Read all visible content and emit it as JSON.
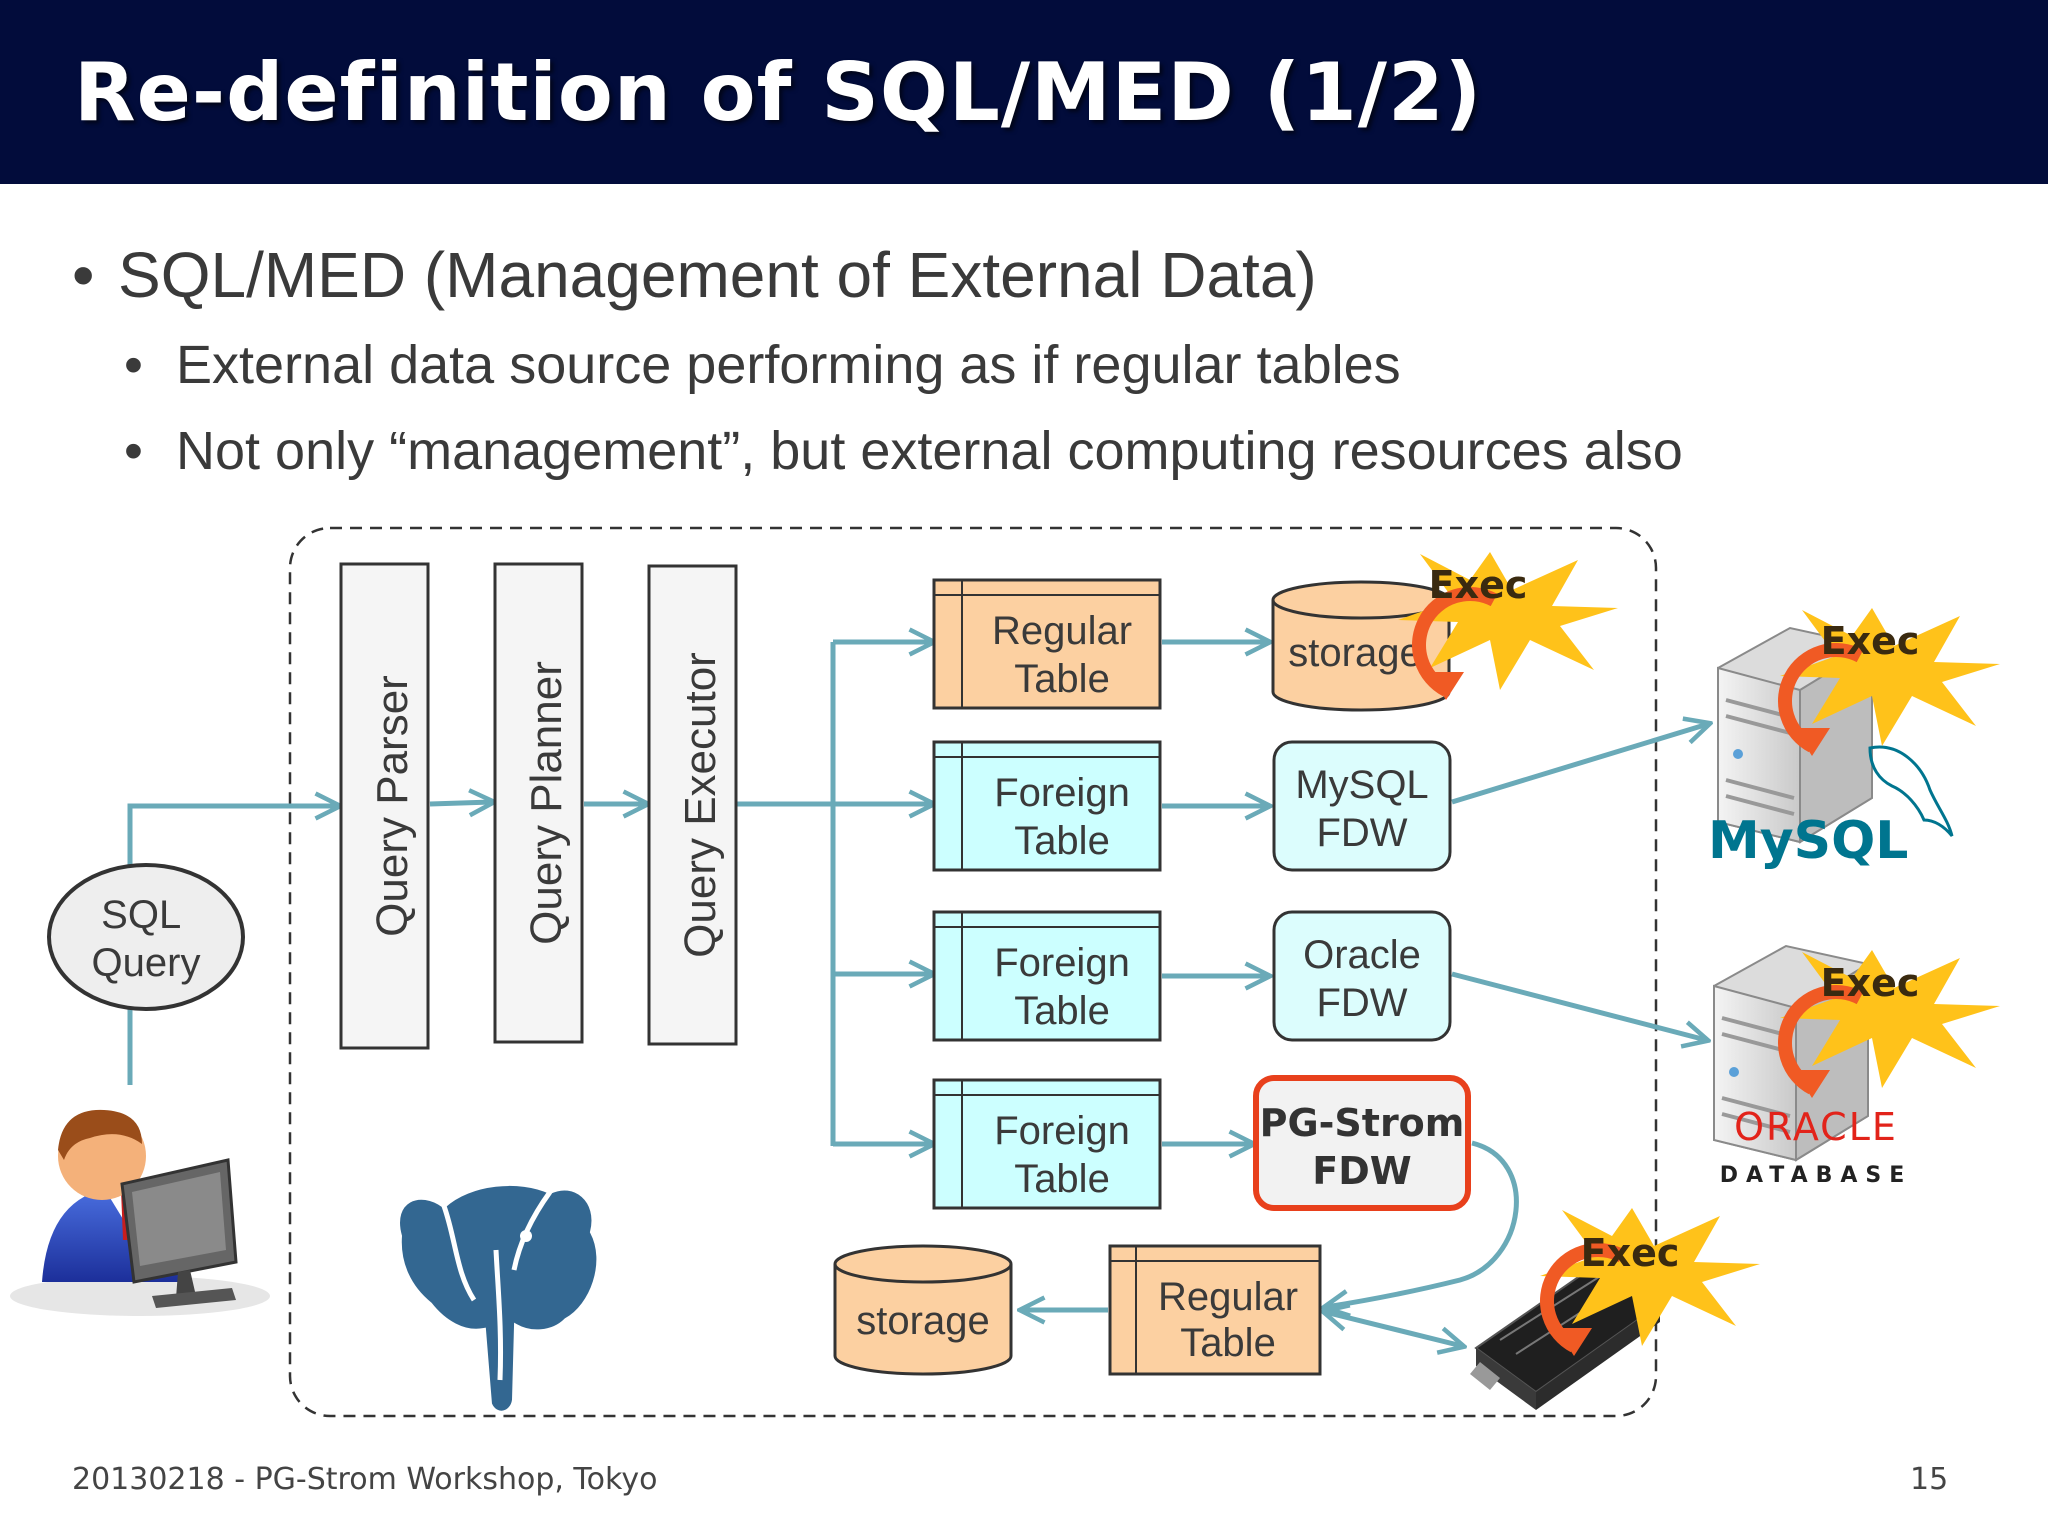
{
  "slide": {
    "title": "Re-definition of SQL/MED (1/2)",
    "bullets": [
      "SQL/MED (Management of External Data)",
      "External data source performing as if regular tables",
      "Not only “management”, but external computing resources also"
    ],
    "footer": "20130218 - PG-Strom Workshop, Tokyo",
    "page_number": "15"
  },
  "diagram": {
    "sql_query": [
      "SQL",
      "Query"
    ],
    "stages": [
      "Query Parser",
      "Query Planner",
      "Query Executor"
    ],
    "tables": {
      "regular_table_1": [
        "Regular",
        "Table"
      ],
      "foreign_table_1": [
        "Foreign",
        "Table"
      ],
      "foreign_table_2": [
        "Foreign",
        "Table"
      ],
      "foreign_table_3": [
        "Foreign",
        "Table"
      ],
      "regular_table_2": [
        "Regular",
        "Table"
      ]
    },
    "storage_1": "storage",
    "storage_2": "storage",
    "mysql_fdw": [
      "MySQL",
      "FDW"
    ],
    "oracle_fdw": [
      "Oracle",
      "FDW"
    ],
    "pgstrom_fdw": [
      "PG-Strom",
      "FDW"
    ],
    "exec_label": "Exec",
    "mysql_logo": "MySQL",
    "oracle_logo": "ORACLE",
    "oracle_logo_sub": "DATABASE"
  },
  "colors": {
    "title_bar": "#020c3b",
    "arrow": "#6aaab8",
    "regular_table_fill": "#fcd0a1",
    "foreign_table_fill": "#ccffff",
    "fdw_fill": "#dcfdfd",
    "pgstrom_border": "#e8401c",
    "exec_burst": "#ffc21a",
    "exec_arrow": "#f05a24",
    "mysql_blue": "#00758f",
    "oracle_red": "#e2231a",
    "postgres_blue": "#336791"
  },
  "icons": [
    "user-at-computer-icon",
    "postgresql-elephant-icon",
    "server-icon",
    "gpu-card-icon",
    "exec-burst-icon",
    "mysql-dolphin-icon"
  ]
}
